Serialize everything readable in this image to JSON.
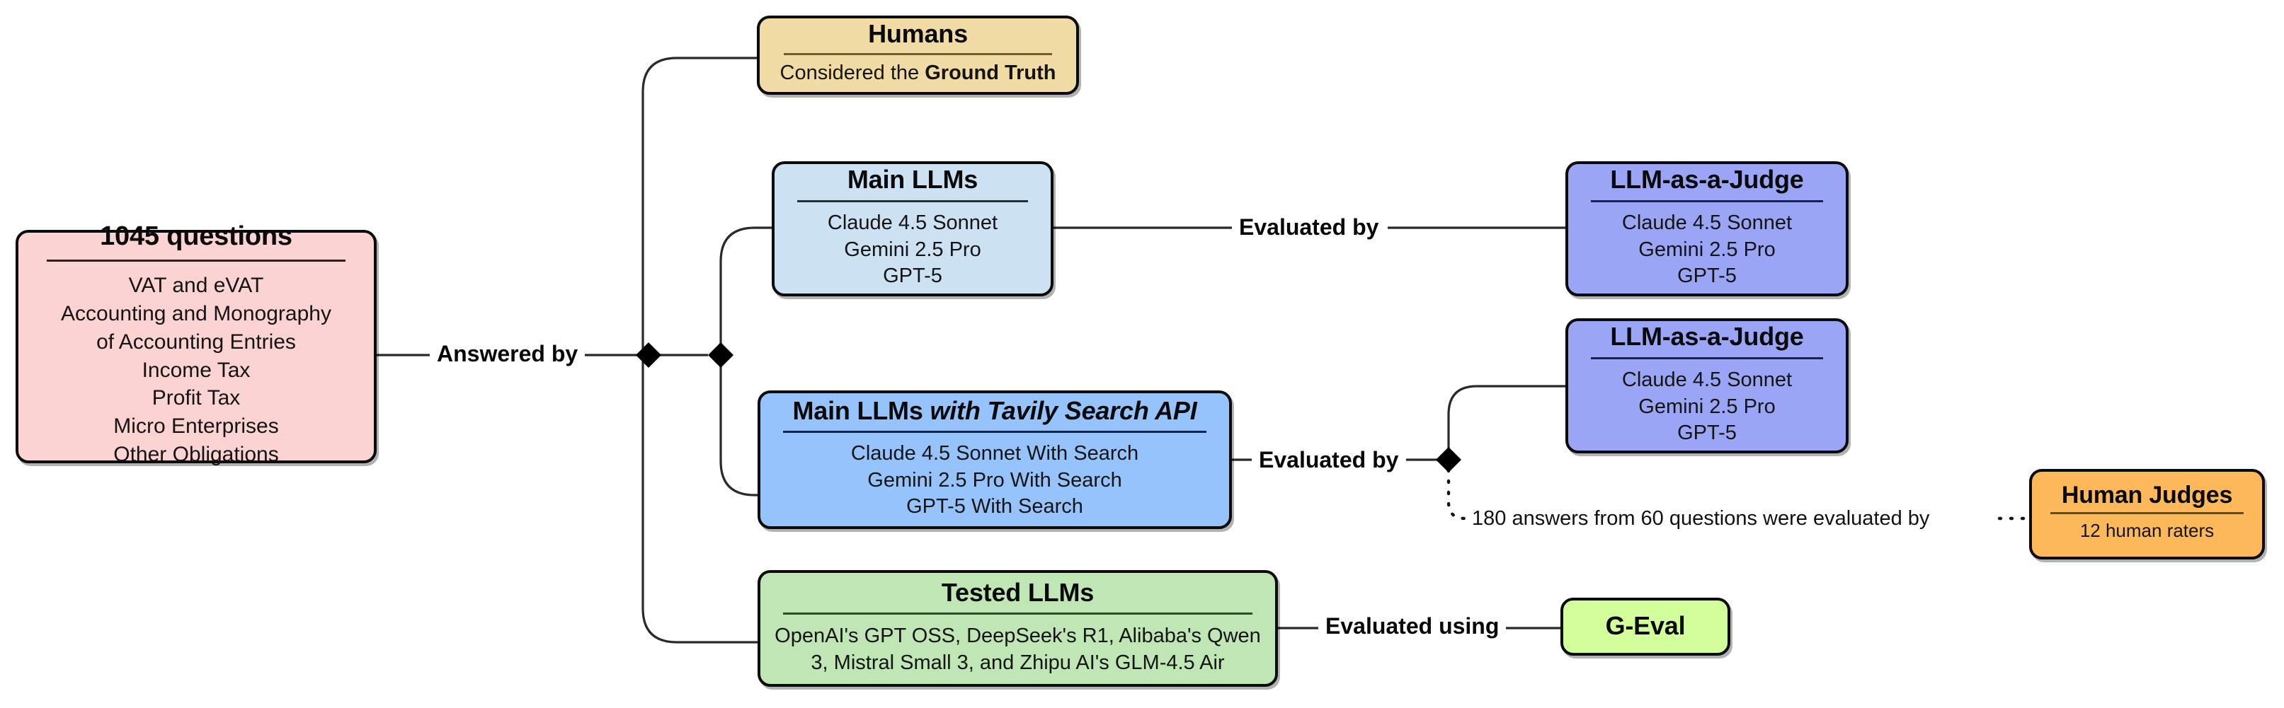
{
  "diagram": {
    "title": "LLM evaluation pipeline for Romanian accounting and tax questions",
    "colors": {
      "questions_fill": "#fcd3d3",
      "humans_fill": "#f0dba5",
      "main_llms_fill": "#cce1f2",
      "main_llms_search_fill": "#96c3fb",
      "tested_llms_fill": "#bfe6b4",
      "judge_fill": "#9aa5f5",
      "geval_fill": "#d2ff9b",
      "human_judges_fill": "#fdb85a",
      "stroke": "#0b0b0b",
      "background": "#ffffff"
    },
    "nodes": {
      "questions": {
        "title": "1045 questions",
        "items": [
          "VAT and eVAT",
          "Accounting and Monography",
          "of Accounting Entries",
          "Income Tax",
          "Profit Tax",
          "Micro Enterprises",
          "Other Obligations"
        ]
      },
      "humans": {
        "title": "Humans",
        "subtitle_prefix": "Considered the ",
        "subtitle_bold": "Ground Truth"
      },
      "main_llms": {
        "title": "Main LLMs",
        "items": [
          "Claude 4.5 Sonnet",
          "Gemini 2.5 Pro",
          "GPT-5"
        ]
      },
      "main_llms_search": {
        "title_prefix": "Main LLMs ",
        "title_italic": "with Tavily Search API",
        "items": [
          "Claude 4.5 Sonnet With Search",
          "Gemini 2.5 Pro With Search",
          "GPT-5 With Search"
        ]
      },
      "tested_llms": {
        "title": "Tested LLMs",
        "items": [
          "OpenAI's GPT OSS, DeepSeek's R1, Alibaba's Qwen",
          "3, Mistral Small 3, and Zhipu AI's GLM-4.5 Air"
        ]
      },
      "judge_main": {
        "title": "LLM-as-a-Judge",
        "items": [
          "Claude 4.5 Sonnet",
          "Gemini 2.5 Pro",
          "GPT-5"
        ]
      },
      "judge_search": {
        "title": "LLM-as-a-Judge",
        "items": [
          "Claude 4.5 Sonnet",
          "Gemini 2.5 Pro",
          "GPT-5"
        ]
      },
      "geval": {
        "title": "G-Eval"
      },
      "human_judges": {
        "title": "Human Judges",
        "subtitle": "12 human raters"
      }
    },
    "edges": {
      "answered_by": "Answered by",
      "evaluated_by_main": "Evaluated by",
      "evaluated_by_search": "Evaluated by",
      "evaluated_using": "Evaluated using",
      "human_note": "180 answers from 60 questions were evaluated by"
    }
  }
}
